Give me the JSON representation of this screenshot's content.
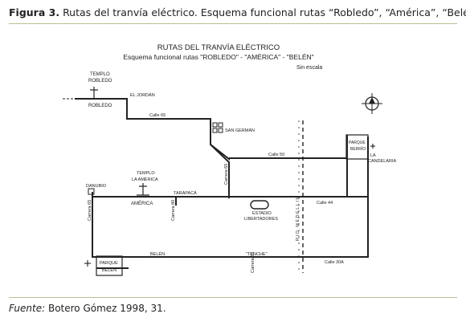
{
  "caption": {
    "label": "Figura 3.",
    "text": "Rutas del tranvía eléctrico. Esquema funcional rutas “Robledo”, “América”, “Belén”"
  },
  "map": {
    "title": "RUTAS DEL TRANVÍA ELÉCTRICO",
    "subtitle": "Esquema funcional rutas \"ROBLEDO\" - \"AMÉRICA\" - \"BELÉN\"",
    "scale_note": "Sin escala",
    "labels": {
      "templo_robledo_1": "TEMPLO",
      "templo_robledo_2": "ROBLEDO",
      "robledo": "ROBLEDO",
      "el_jordan": "EL JORDÁN",
      "calle_65": "Calle 65",
      "san_german": "SAN GERMÁN",
      "carrera_65_north": "Carrera 65",
      "calle_50": "Calle 50",
      "parque_berrio_1": "PARQUE",
      "parque_berrio_2": "BERRÍO",
      "la_candelaria_1": "LA",
      "la_candelaria_2": "CANDELARIA",
      "danubio": "DANUBIO",
      "templo_america_1": "TEMPLO",
      "templo_america_2": "LA AMÉRICA",
      "tarapaca": "TARAPACÁ",
      "carrera_65_west": "Carrera 65",
      "america": "AMÉRICA",
      "carrera_80": "Carrera 80",
      "estadio_1": "ESTADIO",
      "estadio_2": "LIBERTADORES",
      "calle_44": "Calle 44",
      "rio_medellin": "RIO MEDELLIN",
      "belen_street": "BELÉN",
      "tenche": "\"TENCHE\"",
      "carrera_65_south": "Carrera 65",
      "calle_30a": "Calle 30A",
      "parque_belen_1": "PARQUE",
      "parque_belen_2": "BELÉN"
    }
  },
  "source": {
    "label": "Fuente:",
    "text": "Botero Gómez 1998, 31."
  }
}
